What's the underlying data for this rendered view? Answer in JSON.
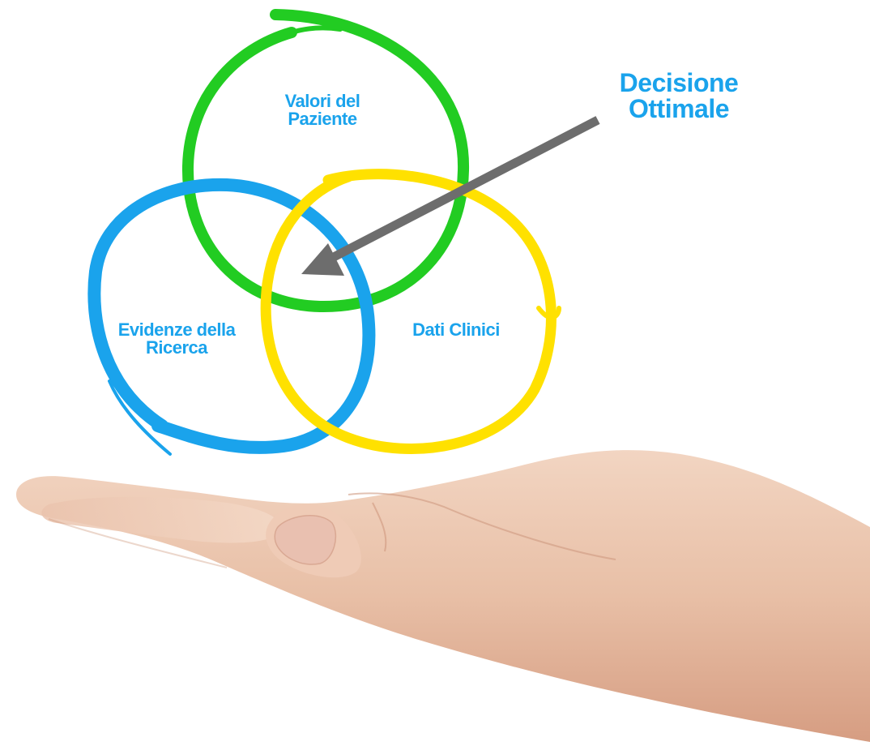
{
  "diagram": {
    "circles": [
      {
        "id": "valori",
        "lines": [
          "Valori del",
          "Paziente"
        ],
        "color": "#22cc22"
      },
      {
        "id": "evidenze",
        "lines": [
          "Evidenze della",
          "Ricerca"
        ],
        "color": "#1aa3ec"
      },
      {
        "id": "dati",
        "lines": [
          "Dati Clinici"
        ],
        "color": "#ffe100"
      }
    ],
    "pointer": {
      "lines": [
        "Decisione",
        "Ottimale"
      ],
      "arrow_color": "#6d6d6d"
    },
    "label_color": "#1aa3ec"
  },
  "image": {
    "subject": "open-palm-hand"
  }
}
